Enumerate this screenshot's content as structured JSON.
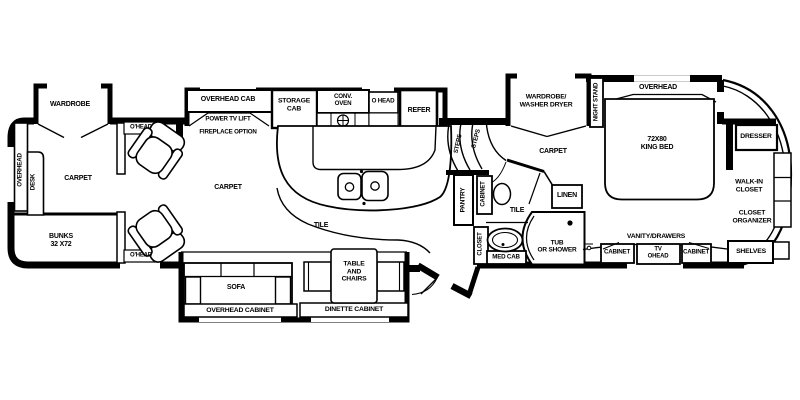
{
  "colors": {
    "line": "#000000",
    "bg": "#ffffff"
  },
  "areas": {
    "rear": {
      "wardrobe": "WARDROBE",
      "overhead_side": "OVERHEAD",
      "desk": "DESK",
      "carpet": "CARPET",
      "bunks": "BUNKS\n32 X72",
      "ohead_upper": "O'HEAD",
      "ohead_lower": "O'HEAD"
    },
    "living": {
      "overhead_cab": "OVERHEAD CAB",
      "power_tv_lift": "POWER TV LIFT",
      "fireplace_option": "FIREPLACE OPTION",
      "carpet": "CARPET",
      "sofa": "SOFA",
      "overhead_cabinet": "OVERHEAD CABINET",
      "table_chairs": "TABLE\nAND\nCHAIRS",
      "dinette_cabinet": "DINETTE CABINET"
    },
    "kitchen": {
      "storage_cab": "STORAGE\nCAB",
      "conv_oven": "CONV.\nOVEN",
      "o_head": "O HEAD",
      "refer": "REFER",
      "tile": "TILE"
    },
    "steps": {
      "upper": "STEPS",
      "lower": "STEPS"
    },
    "bath": {
      "pantry": "PANTRY",
      "cabinet": "CABINET",
      "tile": "TILE",
      "linen": "LINEN",
      "closet": "CLOSET",
      "med_cab": "MED CAB",
      "tub_shower": "TUB\nOR SHOWER"
    },
    "master": {
      "wardrobe_washer_dryer": "WARDROBE/\nWASHER DRYER",
      "night_stand": "NIGHT STAND",
      "overhead": "OVERHEAD",
      "king_bed": "72X80\nKING BED",
      "carpet": "CARPET",
      "vanity_drawers": "VANITY/DRAWERS",
      "cabinet_left": "CABINET",
      "tv_ohead": "TV\nOHEAD",
      "cabinet_right": "CABINET"
    },
    "front_closet": {
      "dresser": "DRESSER",
      "walk_in_closet": "WALK-IN\nCLOSET",
      "closet_organizer": "CLOSET\nORGANIZER",
      "shelves": "SHELVES"
    }
  }
}
